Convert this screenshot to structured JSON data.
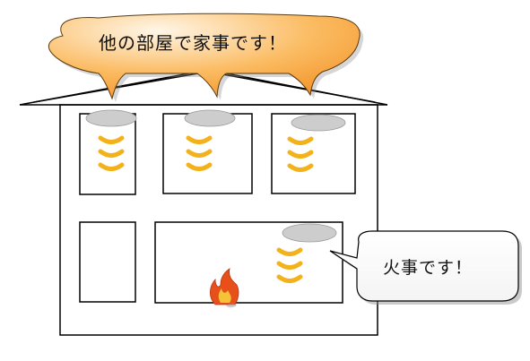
{
  "callouts": {
    "top": "他の部屋で家事です！",
    "side": "火事です！"
  },
  "colors": {
    "top_bubble_fill": "#f7a23b",
    "top_bubble_highlight": "#fff3e0",
    "alarm_disc": "#cccccc",
    "sound_waves": "#f3b21c",
    "flame_outer": "#e8501b",
    "flame_inner": "#f6c23a",
    "outline": "#000000"
  },
  "icons": [
    "speech-bubble",
    "smoke-alarm",
    "sound-waves",
    "flame-icon"
  ]
}
